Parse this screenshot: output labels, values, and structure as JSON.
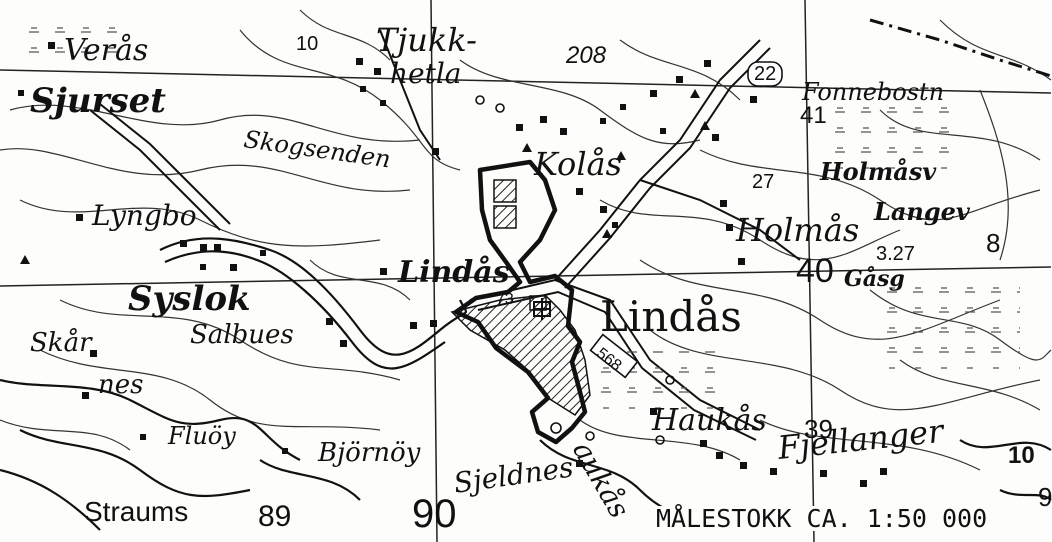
{
  "map": {
    "place_names": {
      "veras": "Verås",
      "sjurset": "Sjurset",
      "tjukk": "Tjukk-",
      "hetla": "hetla",
      "skogsenden": "Skogsenden",
      "kolas": "Kolås",
      "fonnebostn": "Fonnebostn",
      "holmasv": "Holmåsv",
      "langev": "Langev",
      "holmas": "Holmås",
      "lyngbo": "Lyngbo",
      "lindas_small": "Lindås",
      "lindas_large": "Lindås",
      "gasg": "Gåsg",
      "syslok": "Syslok",
      "salbues": "Salbues",
      "skar": "Skår",
      "nes": "nes",
      "haukas": "Haukås",
      "fjellanger": "Fjellanger",
      "fluoy": "Fluöy",
      "bjornoy": "Björnöy",
      "sjeldnes": "Sjeldnes",
      "straums": "Straums",
      "aukas": "aukås"
    },
    "numbers": {
      "elev_208": "208",
      "elev_10_top": "10",
      "road_22": "22",
      "elev_41": "41",
      "elev_27a": "27",
      "elev_27b": "3.27",
      "elev_8": "8",
      "grid_40": "40",
      "road_568": "568",
      "elev_39": "39",
      "elev_10_right": "10",
      "grid_89": "89",
      "grid_90": "90",
      "elev_73": "73",
      "edge_9": "9"
    },
    "scale_text": "MÅLESTOKK CA. 1:50 000",
    "colors": {
      "ink": "#111111",
      "paper": "#fdfdfb",
      "hatch": "#222222"
    }
  }
}
